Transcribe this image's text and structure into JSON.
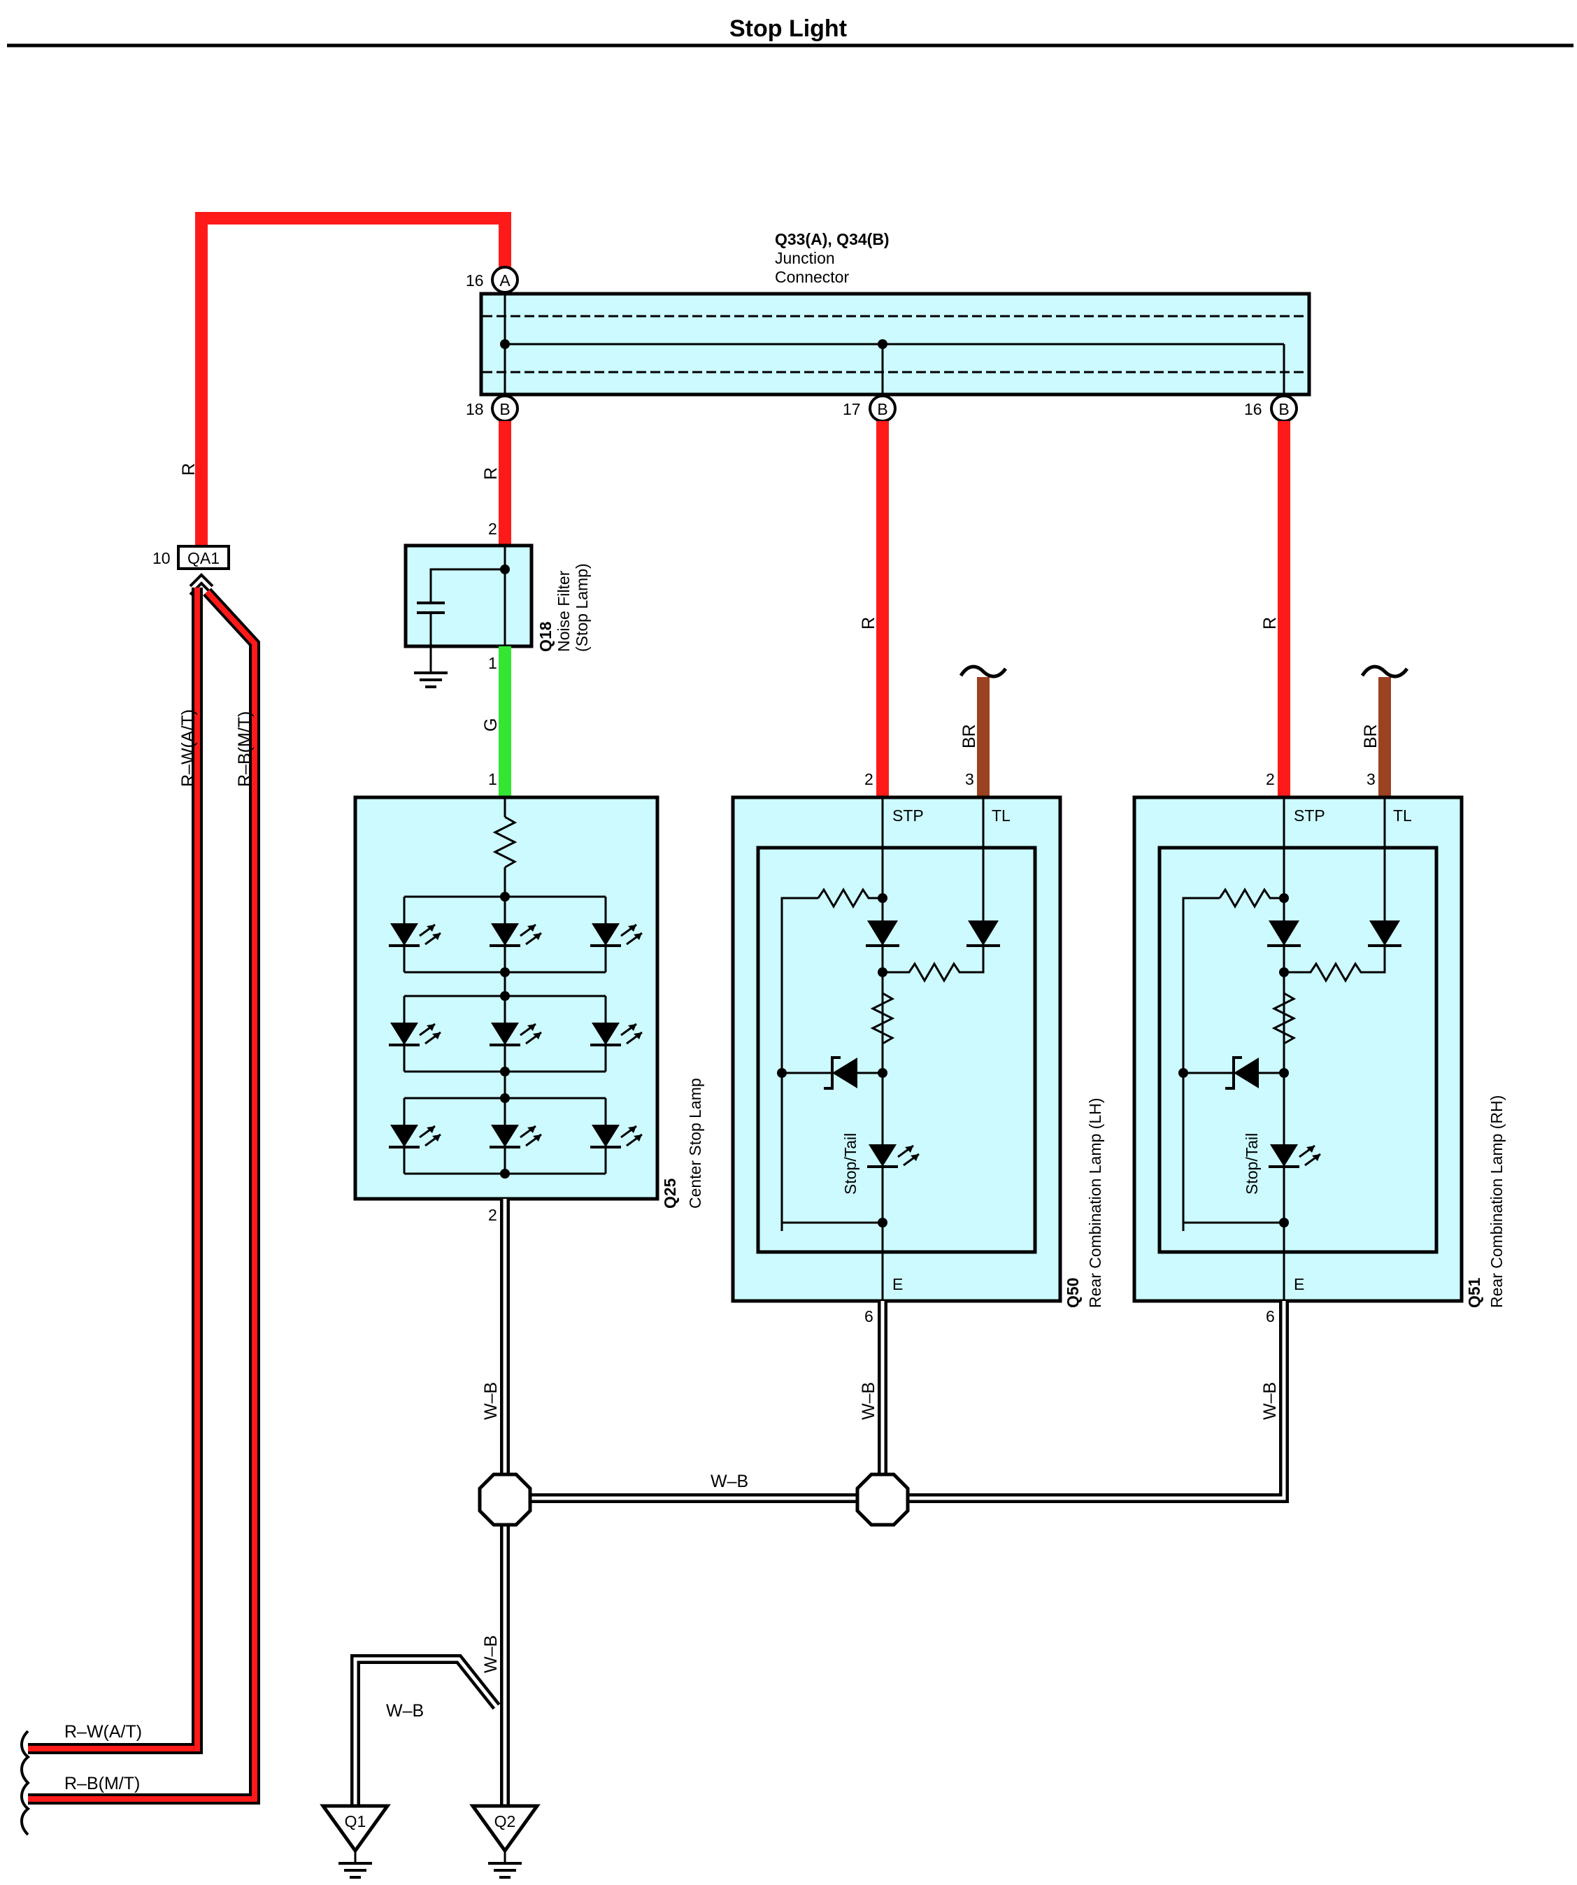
{
  "title": "Stop Light",
  "junction_connector": {
    "name": "Q33(A), Q34(B)",
    "desc_line1": "Junction",
    "desc_line2": "Connector",
    "pin_top_num": "16",
    "pin_top_letter": "A",
    "pin_b1_num": "18",
    "pin_b2_num": "17",
    "pin_b3_num": "16",
    "pin_b_letter": "B"
  },
  "inline_connector": {
    "name": "QA1",
    "pin": "10"
  },
  "noise_filter": {
    "name": "Q18",
    "desc_line1": "Noise Filter",
    "desc_line2": "(Stop Lamp)",
    "pin_in": "2",
    "pin_out": "1"
  },
  "center_stop_lamp": {
    "name": "Q25",
    "desc": "Center Stop Lamp",
    "pin_in": "1",
    "pin_out": "2"
  },
  "rear_lamp_lh": {
    "name": "Q50",
    "desc": "Rear Combination Lamp (LH)",
    "pin_stp": "2",
    "pin_tl": "3",
    "pin_e": "6",
    "term_stp": "STP",
    "term_tl": "TL",
    "term_e": "E",
    "bulb_label": "Stop/Tail"
  },
  "rear_lamp_rh": {
    "name": "Q51",
    "desc": "Rear Combination Lamp (RH)",
    "pin_stp": "2",
    "pin_tl": "3",
    "pin_e": "6",
    "term_stp": "STP",
    "term_tl": "TL",
    "term_e": "E",
    "bulb_label": "Stop/Tail"
  },
  "grounds": {
    "g1": "Q1",
    "g2": "Q2"
  },
  "wire_labels": {
    "r": "R",
    "g": "G",
    "br": "BR",
    "wb": "W–B",
    "rw_at": "R–W(A/T)",
    "rb_mt": "R–B(M/T)"
  },
  "colors": {
    "red": "#ff1a1a",
    "green": "#33e633",
    "brown": "#9b4220",
    "component_fill": "#ccfaff"
  }
}
